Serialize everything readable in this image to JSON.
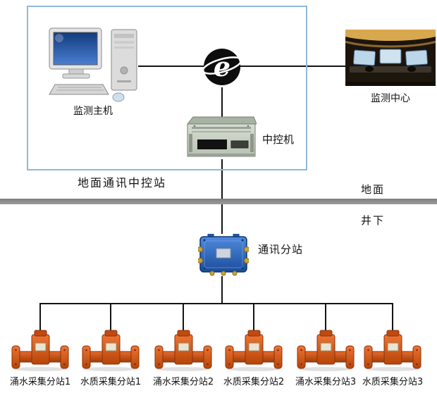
{
  "nodes": {
    "host": {
      "label": "监测主机"
    },
    "internet": {
      "glyph": "e"
    },
    "center": {
      "label": "监测中心"
    },
    "controller": {
      "label": "中控机"
    },
    "station_box": {
      "label": "地面通讯中控站"
    },
    "surface": {
      "label": "地面"
    },
    "underground": {
      "label": "井下"
    },
    "substation": {
      "label": "通讯分站"
    }
  },
  "devices": [
    {
      "label": "涌水采集分站1"
    },
    {
      "label": "水质采集分站1"
    },
    {
      "label": "涌水采集分站2"
    },
    {
      "label": "水质采集分站2"
    },
    {
      "label": "涌水采集分站3"
    },
    {
      "label": "水质采集分站3"
    }
  ],
  "colors": {
    "station_border": "#8fb9d9",
    "ground_band": "#8a8a8a",
    "wire": "#141414",
    "device_orange": "#d9531e",
    "substation_blue": "#2a62b8",
    "screen_blue": "#2a5bb0"
  }
}
